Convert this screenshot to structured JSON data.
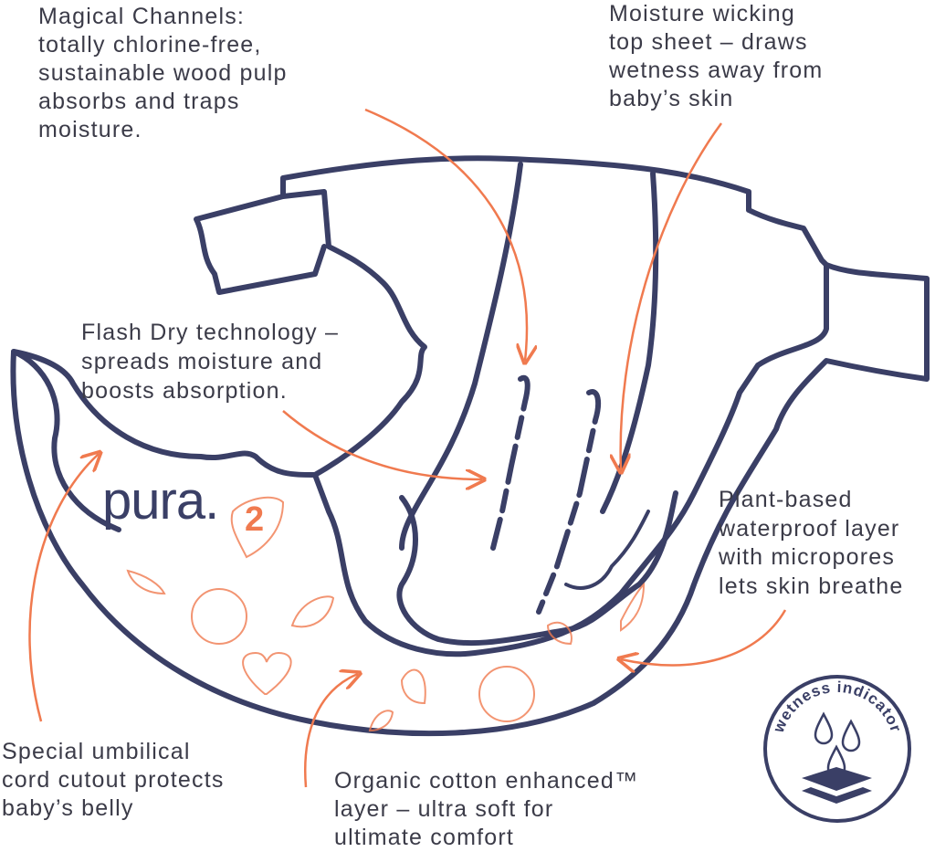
{
  "brand": {
    "logo": "pura.",
    "size_number": "2"
  },
  "colors": {
    "outline": "#3a3f66",
    "accent": "#f07a4f",
    "text": "#3b3b48"
  },
  "callouts": {
    "magical_channels": [
      "Magical Channels:",
      "totally chlorine-free,",
      "sustainable wood pulp",
      "absorbs and traps",
      "moisture."
    ],
    "moisture_wicking": [
      "Moisture wicking",
      "top sheet – draws",
      "wetness away from",
      "baby’s skin"
    ],
    "flash_dry": [
      "Flash Dry technology –",
      "spreads moisture and",
      "boosts absorption."
    ],
    "plant_based": [
      "Plant-based",
      "waterproof layer",
      "with micropores",
      "lets skin breathe"
    ],
    "umbilical": [
      "Special umbilical",
      "cord cutout protects",
      "baby’s belly"
    ],
    "organic_cotton": [
      "Organic cotton enhanced™",
      "layer – ultra soft for",
      "ultimate comfort"
    ]
  },
  "badge": {
    "label": "wetness indicator",
    "icon": "water-drops-layers-icon"
  }
}
